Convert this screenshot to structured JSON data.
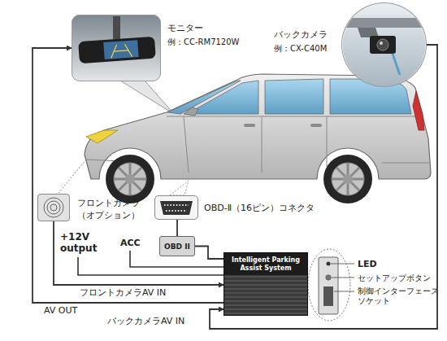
{
  "diagram": {
    "nodes": [
      {
        "text": [
          "モニター",
          "例：CC-RM7120W"
        ]
      },
      {
        "text": [
          "バックカメラ",
          "例：CX-C40M"
        ]
      },
      {
        "text": [
          "フロントカメラ （オプション）"
        ]
      },
      {
        "text": [
          "OBD-Ⅱ（16ピン）コネクタ"
        ]
      },
      {
        "text": [
          "OBD II"
        ]
      },
      {
        "text": [
          "Intelligent Parking Assist System"
        ]
      }
    ],
    "edges": [
      {
        "from": 5,
        "to": 0,
        "arrow": "to",
        "label": "AV OUT"
      },
      {
        "from": 2,
        "to": 5,
        "arrow": "to",
        "label": "フロントカメラAV IN"
      },
      {
        "from": 1,
        "to": 5,
        "arrow": "to",
        "label": "バックカメラAV IN"
      },
      {
        "from": 3,
        "to": 4,
        "arrow": "none"
      },
      {
        "from": 4,
        "to": 5,
        "arrow": "none"
      }
    ],
    "labels": [
      "+12V output",
      "ACC",
      "LED",
      "セットアップボタン",
      "制御インターフェース ソケット"
    ]
  }
}
